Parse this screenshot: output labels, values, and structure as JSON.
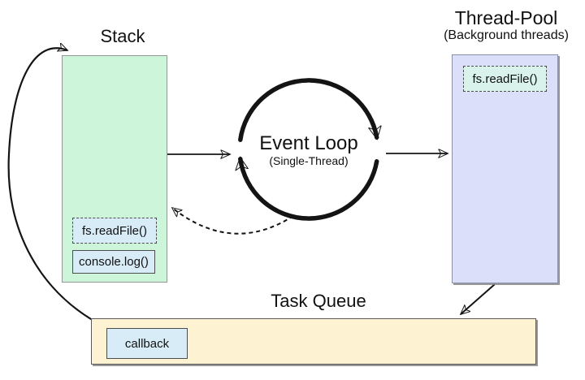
{
  "diagram": {
    "stack": {
      "label": "Stack",
      "items": [
        {
          "label": "fs.readFile()",
          "style": "dashed"
        },
        {
          "label": "console.log()",
          "style": "solid"
        }
      ]
    },
    "event_loop": {
      "label": "Event Loop",
      "sublabel": "(Single-Thread)"
    },
    "thread_pool": {
      "label": "Thread-Pool",
      "sublabel": "(Background threads)",
      "items": [
        {
          "label": "fs.readFile()",
          "style": "dashed"
        }
      ]
    },
    "task_queue": {
      "label": "Task Queue",
      "items": [
        {
          "label": "callback",
          "style": "solid"
        }
      ]
    },
    "connectors": [
      {
        "name": "arrow-stack-to-event-loop",
        "style": "solid"
      },
      {
        "name": "arrow-event-loop-to-thread-pool",
        "style": "solid"
      },
      {
        "name": "arrow-thread-pool-to-task-queue",
        "style": "solid"
      },
      {
        "name": "arrow-event-loop-to-stack",
        "style": "dashed"
      },
      {
        "name": "arrow-callback-to-stack",
        "style": "solid-curved"
      },
      {
        "name": "event-loop-cycle",
        "style": "thick-circle-clockwise"
      }
    ],
    "colors": {
      "stack_fill": "#ccf5da",
      "stack_border": "#969696",
      "thread_pool_fill": "#dcdff9",
      "thread_pool_border": "#8a90a8",
      "task_queue_fill": "#fdf3d2",
      "task_queue_border": "#5a5a5a",
      "item_blue_fill": "#d8ecf7",
      "item_cyan_fill": "#d9f2ec",
      "item_border": "#4d4d4d",
      "arrow": "#141414",
      "text": "#111111"
    }
  }
}
